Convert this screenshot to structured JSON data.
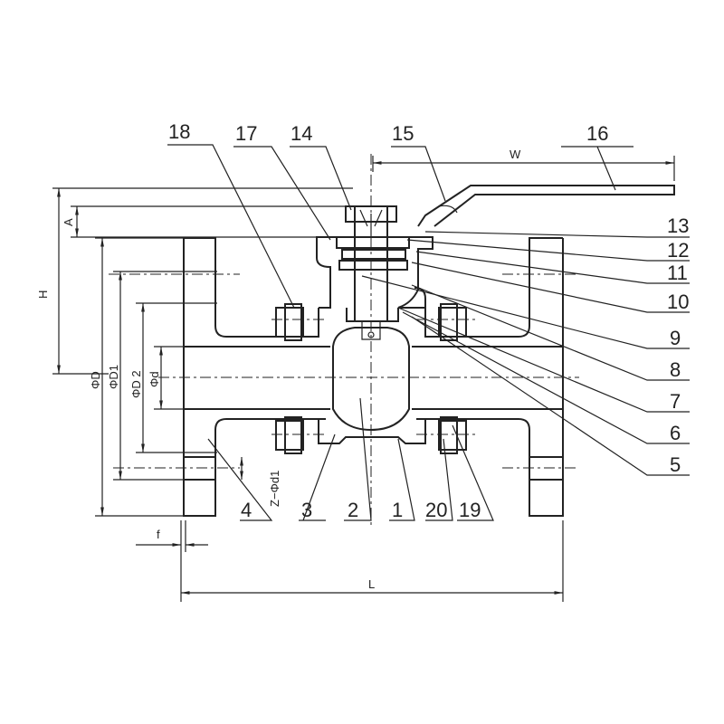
{
  "title": "Ball valve sectional drawing",
  "part_labels": {
    "p18": "18",
    "p17": "17",
    "p14": "14",
    "p15": "15",
    "p16": "16",
    "p13": "13",
    "p12": "12",
    "p11": "11",
    "p10": "10",
    "p9": "9",
    "p8": "8",
    "p7": "7",
    "p6": "6",
    "p5": "5",
    "p4": "4",
    "p3": "3",
    "p2": "2",
    "p1": "1",
    "p20": "20",
    "p19": "19"
  },
  "dimensions": {
    "W": "W",
    "A": "A",
    "H": "H",
    "D": "ΦD",
    "D1": "ΦD1",
    "D2": "ΦD 2",
    "d": "Φd",
    "Zd1": "Z−Φd1",
    "f": "f",
    "L": "L"
  }
}
